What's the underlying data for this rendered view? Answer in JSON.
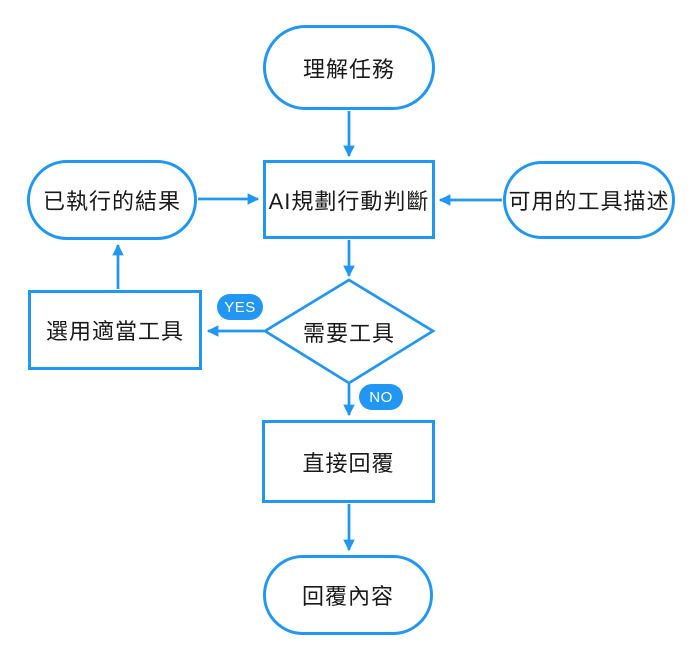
{
  "colors": {
    "accent": "#2196F3",
    "text": "#1a1a1a",
    "background": "#ffffff",
    "edge_label_text": "#ffffff"
  },
  "nodes": {
    "understand_task": "理解任務",
    "executed_results": "已執行的結果",
    "ai_planning": "AI規劃行動判斷",
    "available_tools": "可用的工具描述",
    "need_tools": "需要工具",
    "select_tool": "選用適當工具",
    "direct_reply": "直接回覆",
    "reply_content": "回覆內容"
  },
  "edge_labels": {
    "yes": "YES",
    "no": "NO"
  }
}
